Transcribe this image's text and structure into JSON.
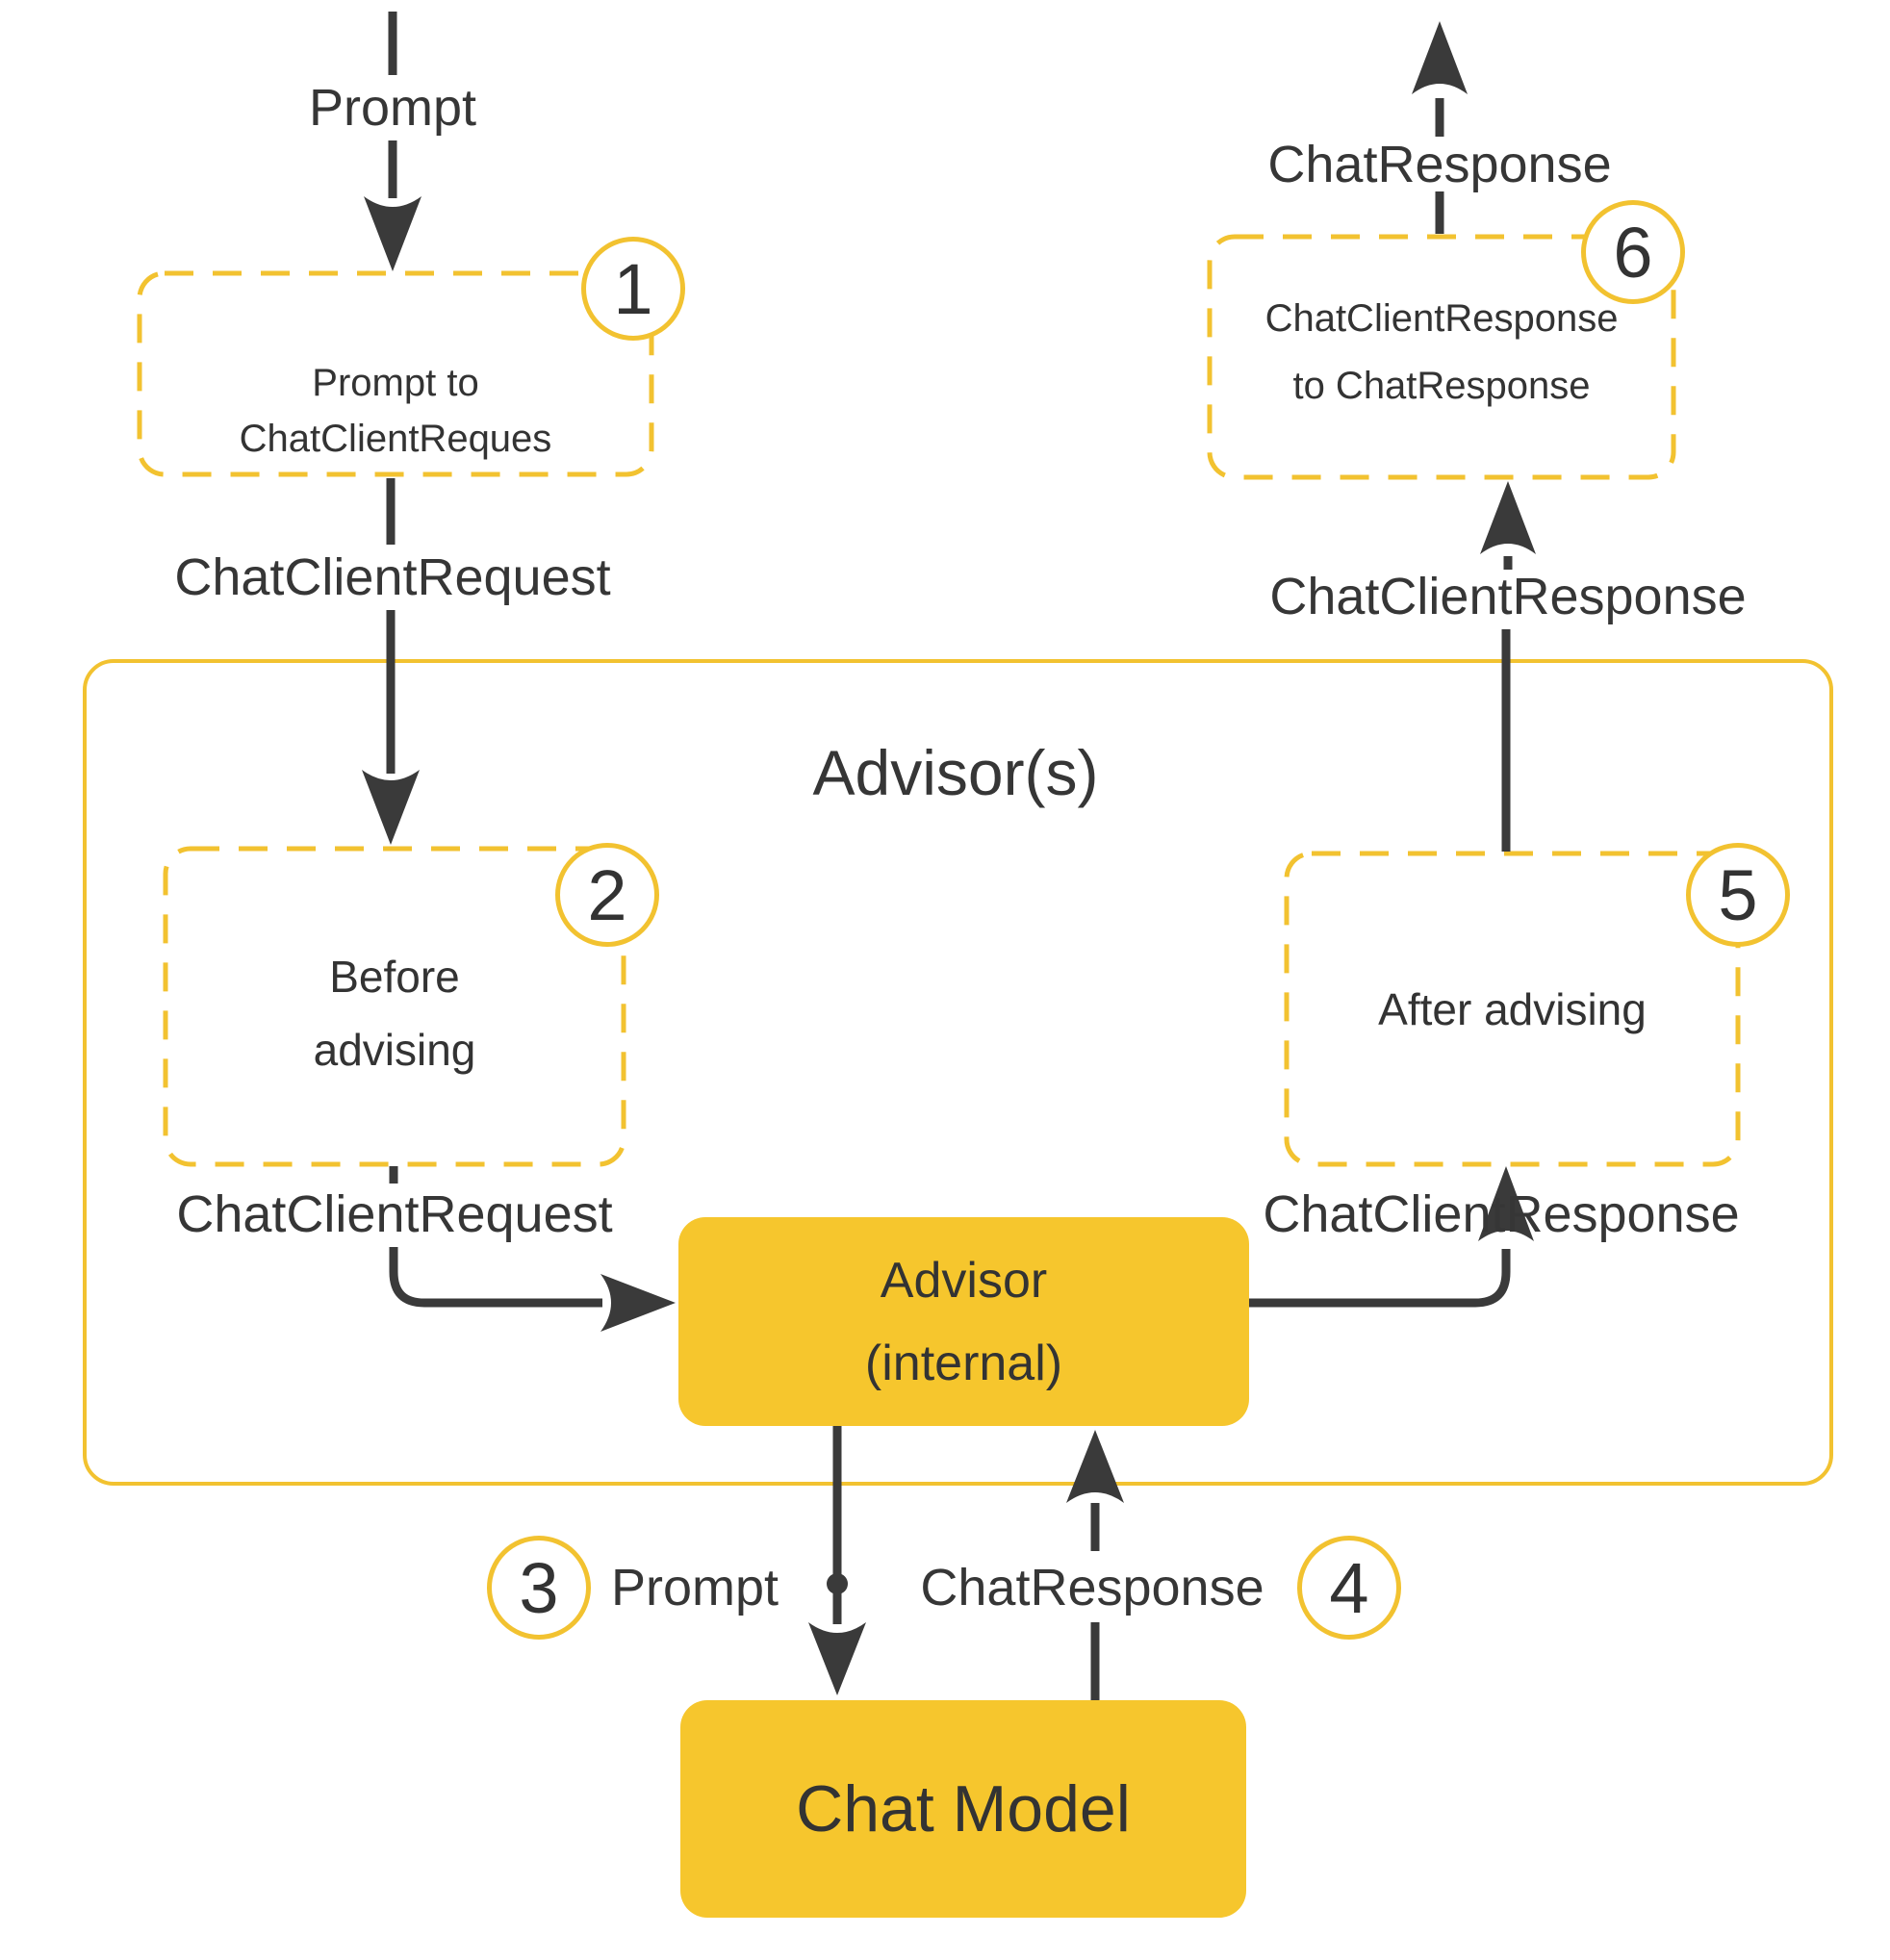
{
  "diagram": {
    "title": "Advisor(s)",
    "colors": {
      "accent_yellow": "#F2C230",
      "fill_yellow": "#F6C62D",
      "ink": "#363636"
    },
    "nodes": {
      "box1": {
        "line1": "Prompt to",
        "line2": "ChatClientReques",
        "badge": "1"
      },
      "box2": {
        "line1": "Before",
        "line2": "advising",
        "badge": "2"
      },
      "box5": {
        "label": "After advising",
        "badge": "5"
      },
      "box6": {
        "line1": "ChatClientResponse",
        "line2": "to ChatResponse",
        "badge": "6"
      },
      "advisor_internal": {
        "line1": "Advisor",
        "line2": "(internal)"
      },
      "chat_model": {
        "label": "Chat Model"
      },
      "badge3": "3",
      "badge4": "4"
    },
    "edge_labels": {
      "prompt_in": "Prompt",
      "chat_client_request_outer": "ChatClientRequest",
      "chat_client_request_inner": "ChatClientRequest",
      "chat_client_response_inner": "ChatClientResponse",
      "chat_client_response_outer": "ChatClientResponse",
      "chat_response_out": "ChatResponse",
      "prompt_to_model": "Prompt",
      "chat_response_from_model": "ChatResponse"
    }
  }
}
